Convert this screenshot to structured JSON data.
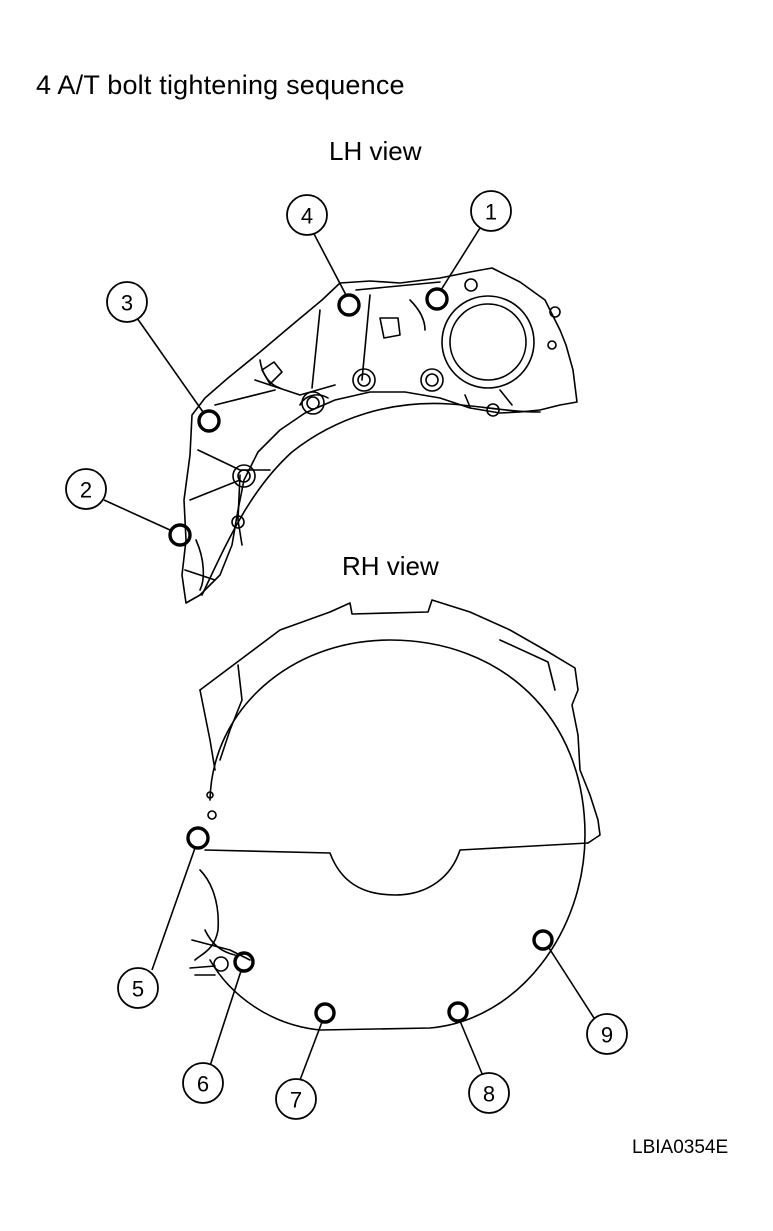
{
  "title": "4 A/T bolt tightening sequence",
  "lh_view_label": "LH view",
  "rh_view_label": "RH view",
  "figure_code": "LBIA0354E",
  "callouts": [
    "1",
    "2",
    "3",
    "4",
    "5",
    "6",
    "7",
    "8",
    "9"
  ]
}
